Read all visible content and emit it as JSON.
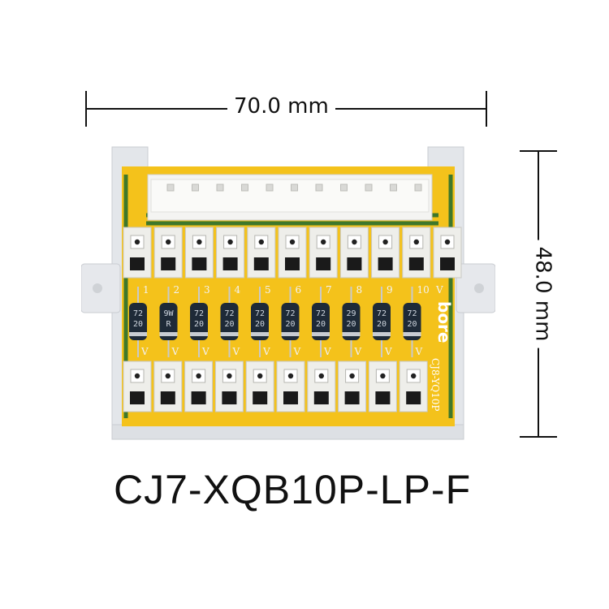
{
  "dimensions": {
    "width_label": "70.0 mm",
    "height_label": "48.0 mm"
  },
  "product": {
    "model": "CJ7-XQB10P-LP-F",
    "brand_mark": "bore",
    "board_label": "CJ8-YQ10P"
  },
  "terminals": {
    "channel_numbers": [
      "1",
      "2",
      "3",
      "4",
      "5",
      "6",
      "7",
      "8",
      "9",
      "10"
    ],
    "common_label": "V",
    "lower_row_label": "V"
  },
  "diodes": {
    "markings": [
      "72\n20",
      "9W\nR",
      "72\n20",
      "72\n20",
      "72\n20",
      "72\n20",
      "72\n20",
      "29\n20",
      "72\n20",
      "72\n20"
    ]
  },
  "colors": {
    "pcb": "#f4c21b",
    "trace": "#1f6b2e",
    "housing": "#e3e6ea",
    "terminal": "#eeeeea",
    "diode": "#1e2a38"
  }
}
